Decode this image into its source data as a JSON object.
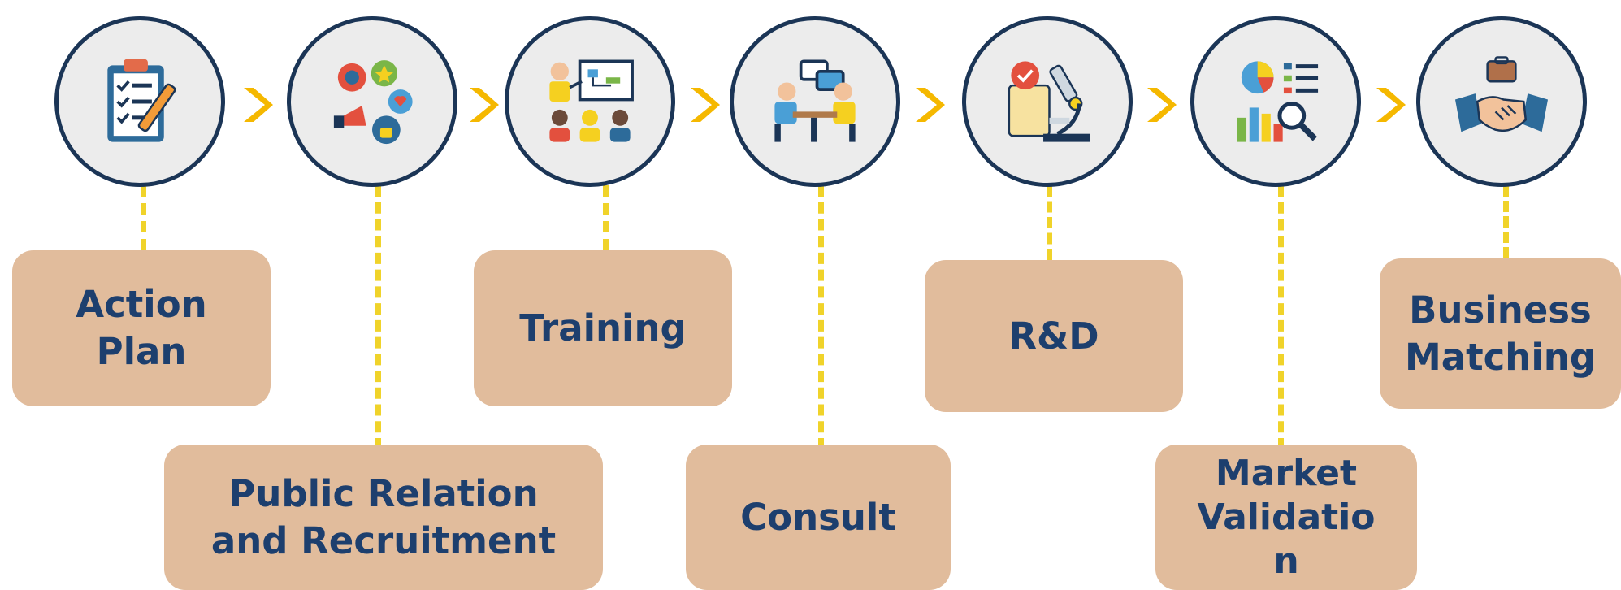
{
  "steps": [
    {
      "label": "Action Plan",
      "icon": "clipboard-checklist-icon"
    },
    {
      "label": "Public Relation and Recruitment",
      "icon": "public-relations-icon"
    },
    {
      "label": "Training",
      "icon": "presentation-training-icon"
    },
    {
      "label": "Consult",
      "icon": "meeting-consult-icon"
    },
    {
      "label": "R&D",
      "icon": "microscope-research-icon"
    },
    {
      "label": "Market Validatio n",
      "icon": "market-analysis-icon"
    },
    {
      "label": "Business Matching",
      "icon": "handshake-icon"
    }
  ],
  "colors": {
    "circle_border": "#1b3556",
    "circle_fill": "#ececec",
    "arrow": "#f5b800",
    "connector": "#f0d32a",
    "box_fill": "#e1bc9c",
    "box_text": "#1d3f6e"
  }
}
